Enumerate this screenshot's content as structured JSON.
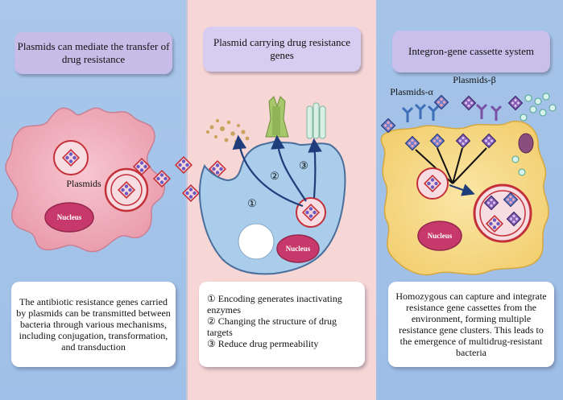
{
  "left": {
    "title": "Plasmids can mediate the transfer of drug resistance",
    "plasmids_label": "Plasmids",
    "nucleus_label": "Nucleus",
    "description": "The antibiotic resistance genes carried by plasmids can be transmitted between bacteria through various mechanisms, including conjugation, transformation, and transduction"
  },
  "middle": {
    "title": "Plasmid carrying drug resistance genes",
    "nucleus_label": "Nucleus",
    "markers": [
      "①",
      "②",
      "③"
    ],
    "list": [
      "① Encoding generates inactivating enzymes",
      "② Changing the structure of drug targets",
      "③ Reduce drug permeability"
    ]
  },
  "right": {
    "title": "Integron-gene cassette system",
    "plasmids_alpha": "Plasmids-α",
    "plasmids_beta": "Plasmids-β",
    "nucleus_label": "Nucleus",
    "description": "Homozygous can capture and integrate resistance gene cassettes from the environment, forming multiple resistance gene clusters. This leads to the emergence of multidrug-resistant bacteria"
  }
}
